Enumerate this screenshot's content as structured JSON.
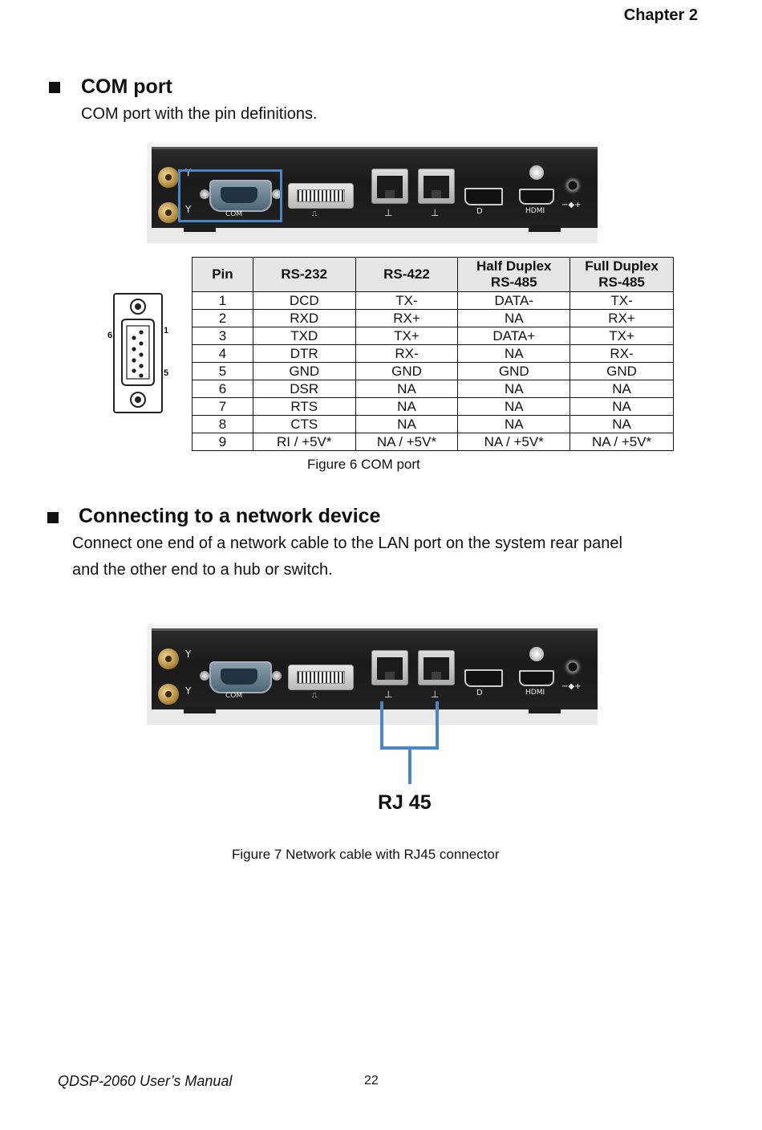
{
  "header": {
    "chapter": "Chapter  2"
  },
  "section_com": {
    "title": "COM port",
    "intro": "COM port with the pin definitions."
  },
  "panel": {
    "com_label": "COM",
    "hdmi_label": "HDMI"
  },
  "db9_diagram": {
    "pin_1": "1",
    "pin_5": "5",
    "pin_6": "6"
  },
  "pin_table": {
    "headers": [
      "Pin",
      "RS-232",
      "RS-422",
      "Half Duplex\nRS-485",
      "Full Duplex\nRS-485"
    ],
    "rows": [
      [
        "1",
        "DCD",
        "TX-",
        "DATA-",
        "TX-"
      ],
      [
        "2",
        "RXD",
        "RX+",
        "NA",
        "RX+"
      ],
      [
        "3",
        "TXD",
        "TX+",
        "DATA+",
        "TX+"
      ],
      [
        "4",
        "DTR",
        "RX-",
        "NA",
        "RX-"
      ],
      [
        "5",
        "GND",
        "GND",
        "GND",
        "GND"
      ],
      [
        "6",
        "DSR",
        "NA",
        "NA",
        "NA"
      ],
      [
        "7",
        "RTS",
        "NA",
        "NA",
        "NA"
      ],
      [
        "8",
        "CTS",
        "NA",
        "NA",
        "NA"
      ],
      [
        "9",
        "RI / +5V*",
        "NA / +5V*",
        "NA / +5V*",
        "NA / +5V*"
      ]
    ]
  },
  "figure6_caption": "Figure 6 COM port",
  "section_network": {
    "title": "Connecting to a network device",
    "line1": "Connect one end of a network cable to the LAN port on the system rear panel",
    "line2": "and the other end to a hub or switch."
  },
  "rj45_label": "RJ 45",
  "figure7_caption": "Figure 7 Network cable with RJ45 connector",
  "footer": {
    "manual": "QDSP-2060 User’s Manual",
    "page": "22"
  }
}
